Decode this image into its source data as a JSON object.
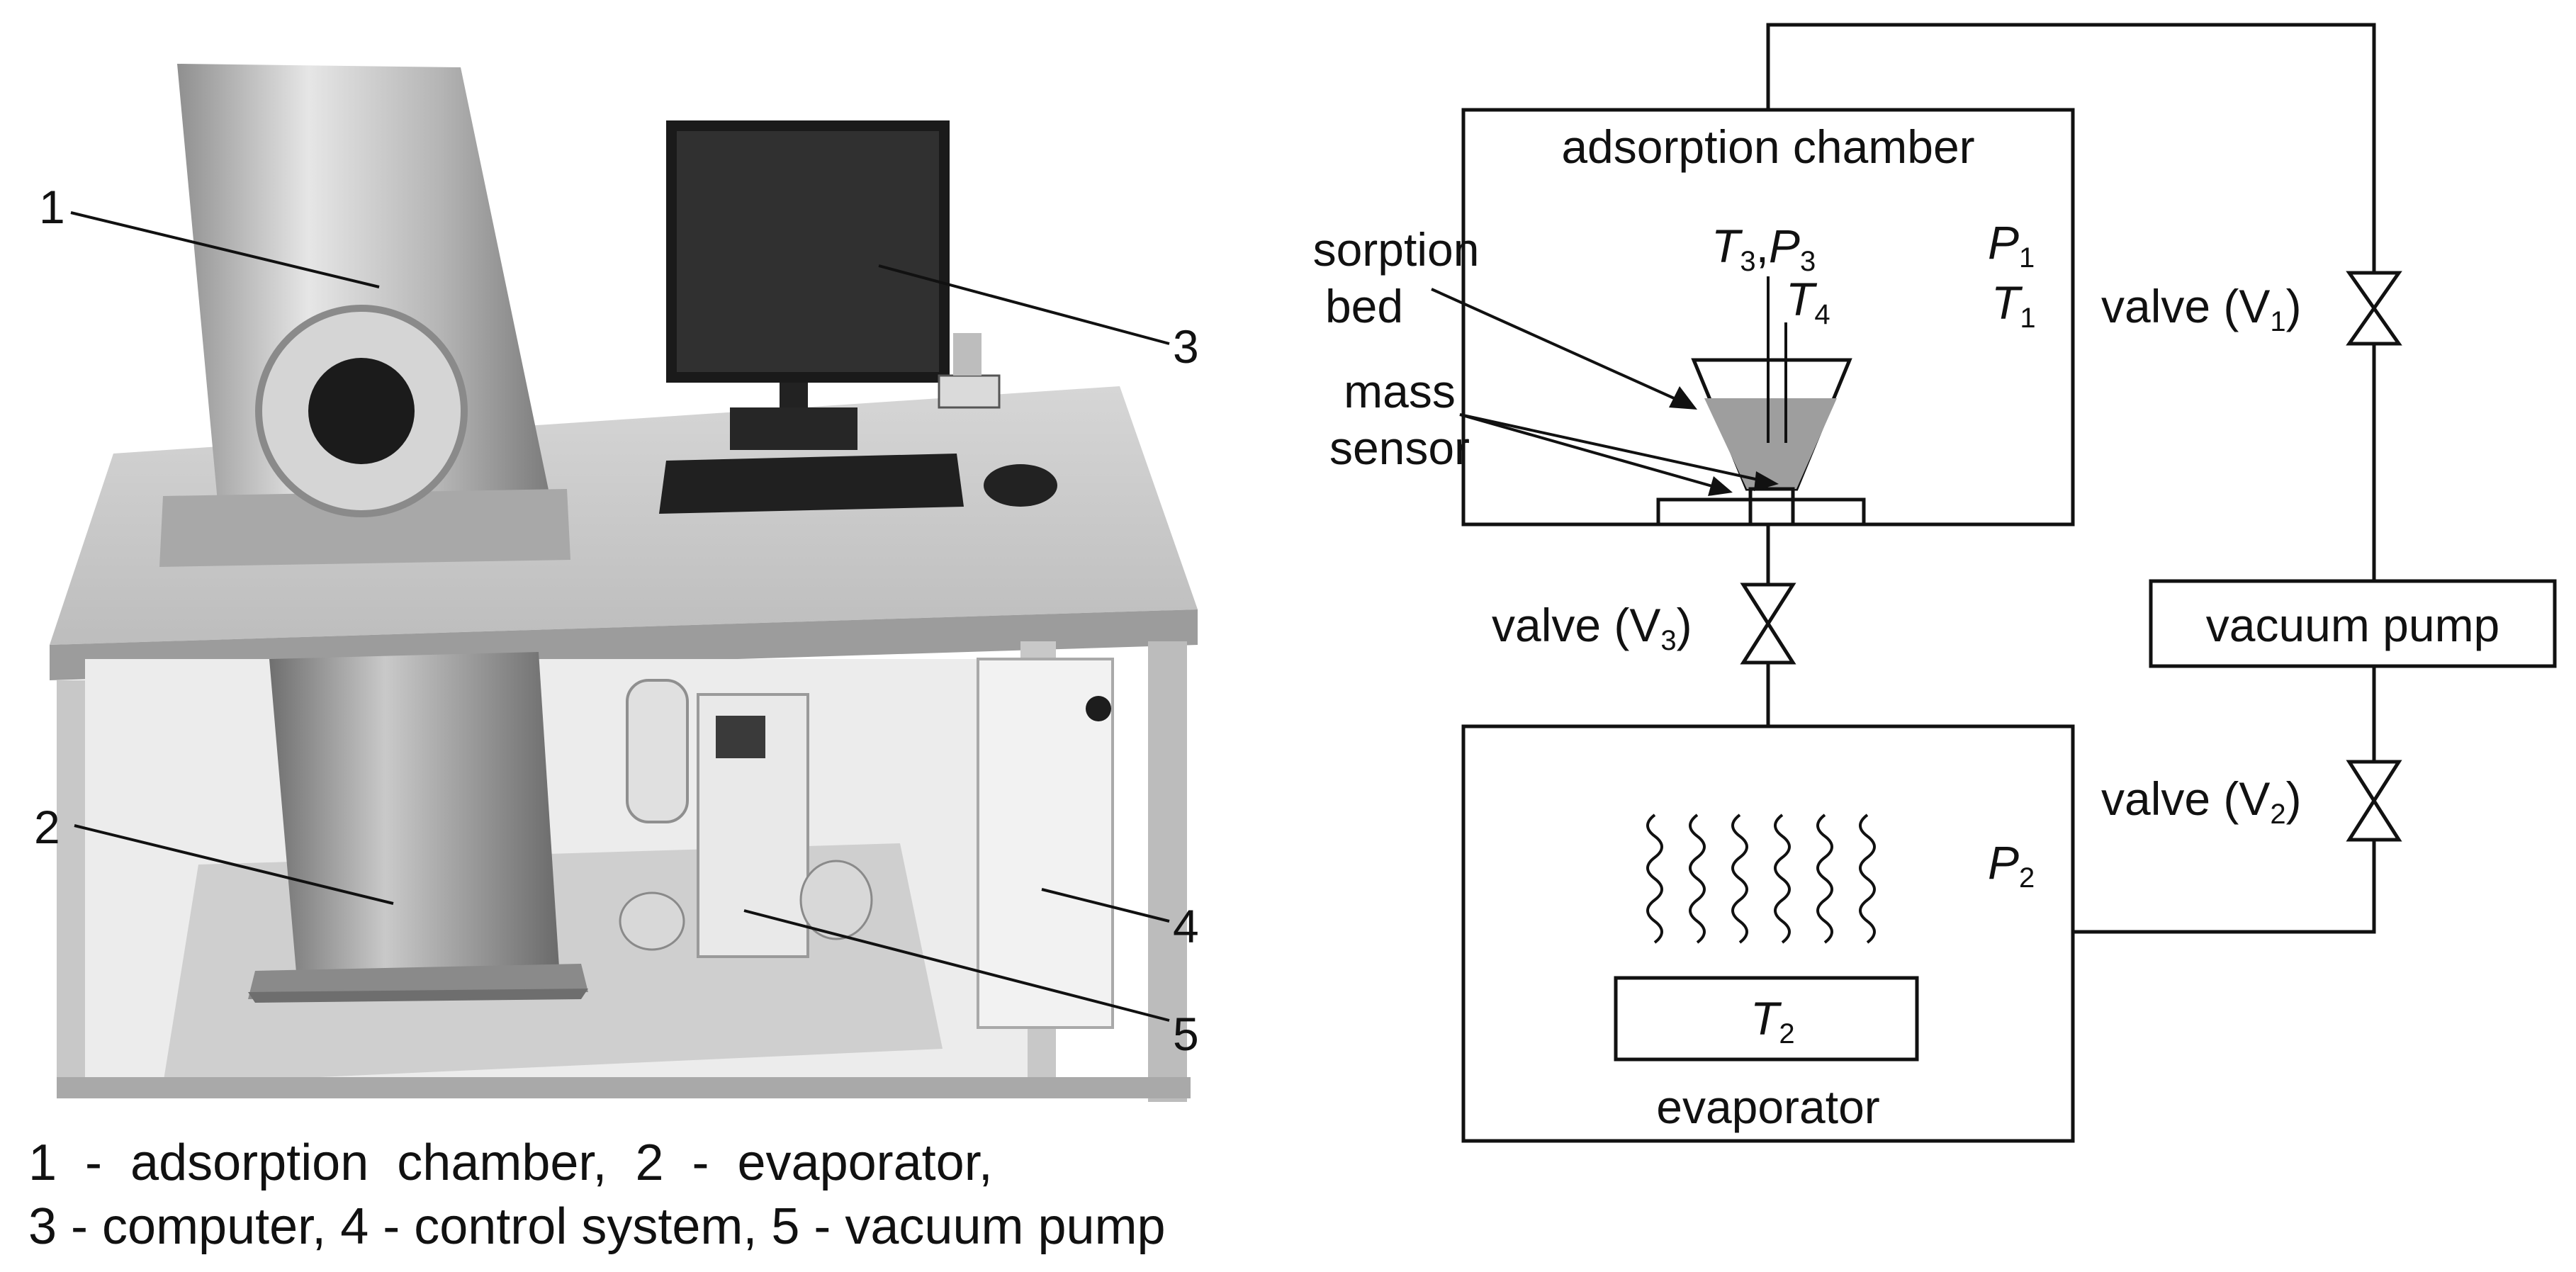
{
  "photo": {
    "callouts": [
      "1",
      "2",
      "3",
      "4",
      "5"
    ],
    "caption_line1": "1  -  adsorption  chamber,  2  -  evaporator,",
    "caption_line2": "3 - computer, 4 - control system, 5 - vacuum pump"
  },
  "schematic": {
    "adsorption_chamber": "adsorption chamber",
    "sorption": "sorption",
    "bed": "bed",
    "mass": "mass",
    "sensor": "sensor",
    "valve_v1": "valve (V",
    "valve_v1_sub": "1",
    "valve_v2": "valve (V",
    "valve_v2_sub": "2",
    "valve_v3": "valve (V",
    "valve_v3_sub": "3",
    "close_paren": ")",
    "vacuum_pump": "vacuum pump",
    "evaporator": "evaporator",
    "T": "T",
    "P": "P",
    "comma": ",",
    "sub1": "1",
    "sub2": "2",
    "sub3": "3",
    "sub4": "4"
  }
}
